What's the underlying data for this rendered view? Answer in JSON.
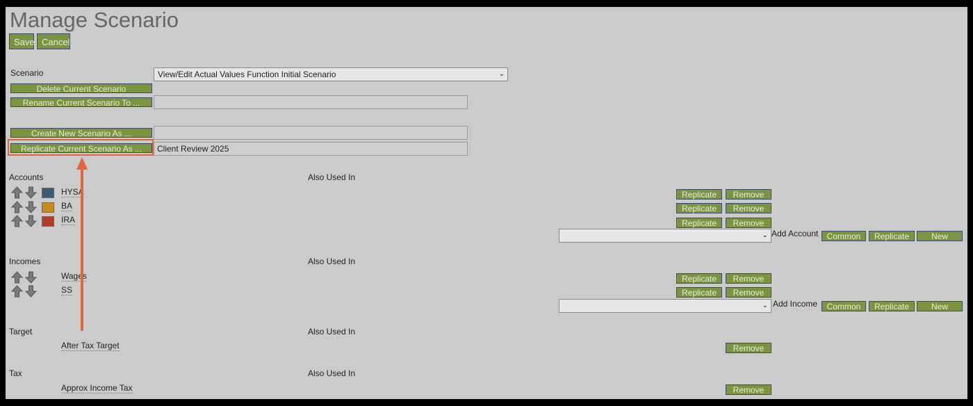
{
  "page": {
    "title": "Manage Scenario"
  },
  "toolbar": {
    "save_label": "Save",
    "cancel_label": "Cancel"
  },
  "scenario": {
    "label": "Scenario",
    "selected": "View/Edit Actual Values Function Initial Scenario",
    "delete_label": "Delete Current Scenario",
    "rename_label": "Rename Current Scenario To ...",
    "rename_value": "",
    "create_label": "Create New Scenario As ...",
    "create_value": "",
    "replicate_label": "Replicate Current Scenario As ...",
    "replicate_value": "Client Review 2025"
  },
  "common": {
    "also_used_in": "Also Used In",
    "replicate": "Replicate",
    "remove": "Remove",
    "common": "Common",
    "new": "New"
  },
  "accounts": {
    "heading": "Accounts",
    "add_label": "Add Account",
    "items": [
      {
        "name": "HYSA",
        "color": "#3b5a73"
      },
      {
        "name": "BA",
        "color": "#c98a1c"
      },
      {
        "name": "IRA",
        "color": "#b53a22"
      }
    ]
  },
  "incomes": {
    "heading": "Incomes",
    "add_label": "Add Income",
    "items": [
      {
        "name": "Wages"
      },
      {
        "name": "SS"
      }
    ]
  },
  "target": {
    "heading": "Target",
    "items": [
      {
        "name": "After Tax Target"
      }
    ]
  },
  "tax": {
    "heading": "Tax",
    "items": [
      {
        "name": "Approx Income Tax"
      }
    ]
  },
  "annotation": {
    "color": "#e5653a"
  }
}
